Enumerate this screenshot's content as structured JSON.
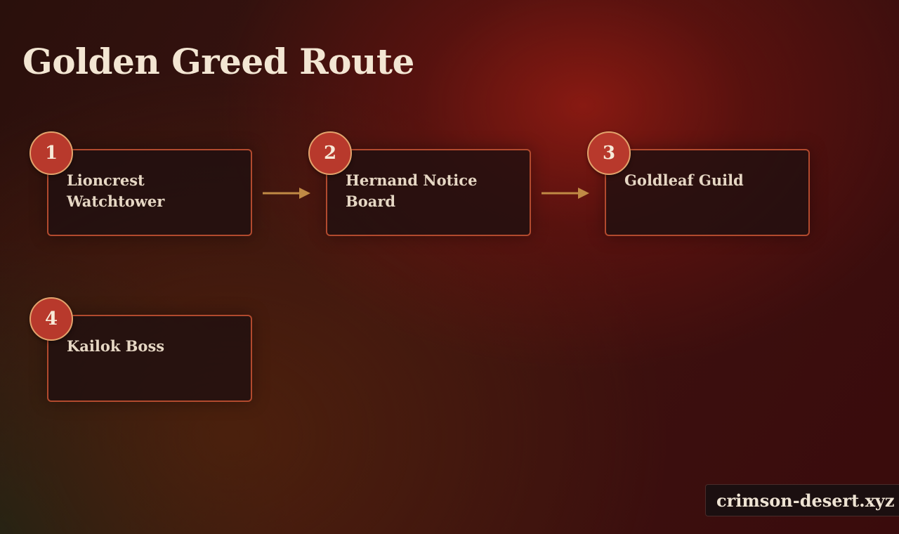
{
  "title": "Golden Greed Route",
  "steps": [
    {
      "number": "1",
      "label": "Lioncrest Watchtower"
    },
    {
      "number": "2",
      "label": "Hernand Notice Board"
    },
    {
      "number": "3",
      "label": "Goldleaf Guild"
    },
    {
      "number": "4",
      "label": "Kailok Boss"
    }
  ],
  "watermark": "crimson-desert.xyz",
  "colors": {
    "badge_fill": "#b8392c",
    "card_border": "#b24a2e",
    "arrow": "#c08a45",
    "title_text": "#f3e6d3"
  },
  "icons": {
    "connector": "arrow-right-icon"
  }
}
